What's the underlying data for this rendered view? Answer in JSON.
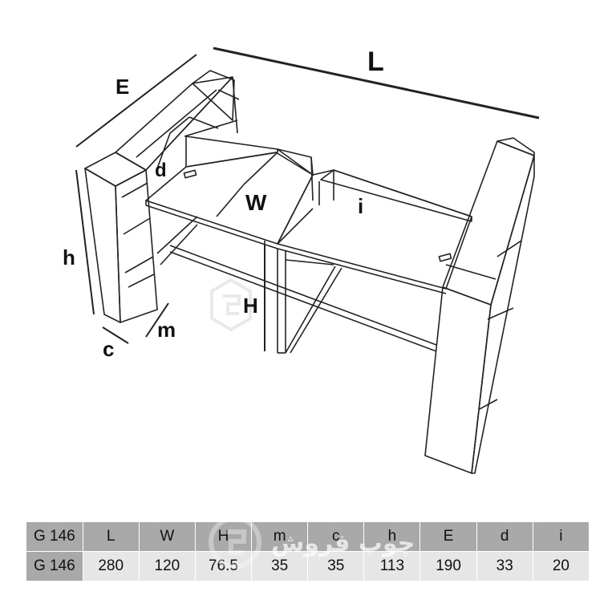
{
  "diagram": {
    "labels": {
      "L": "L",
      "E": "E",
      "h": "h",
      "W": "W",
      "H": "H",
      "d": "d",
      "i": "i",
      "m": "m",
      "c": "c"
    }
  },
  "table": {
    "header": [
      "G 146",
      "L",
      "W",
      "H",
      "m",
      "c",
      "h",
      "E",
      "d",
      "i"
    ],
    "values": [
      "G 146",
      "280",
      "120",
      "76.5",
      "35",
      "35",
      "113",
      "190",
      "33",
      "20"
    ]
  },
  "watermark": {
    "text": "چوب فروش"
  },
  "colors": {
    "line": "#222222",
    "header_bg": "#a9a9a9",
    "value_bg": "#e6e6e6"
  }
}
